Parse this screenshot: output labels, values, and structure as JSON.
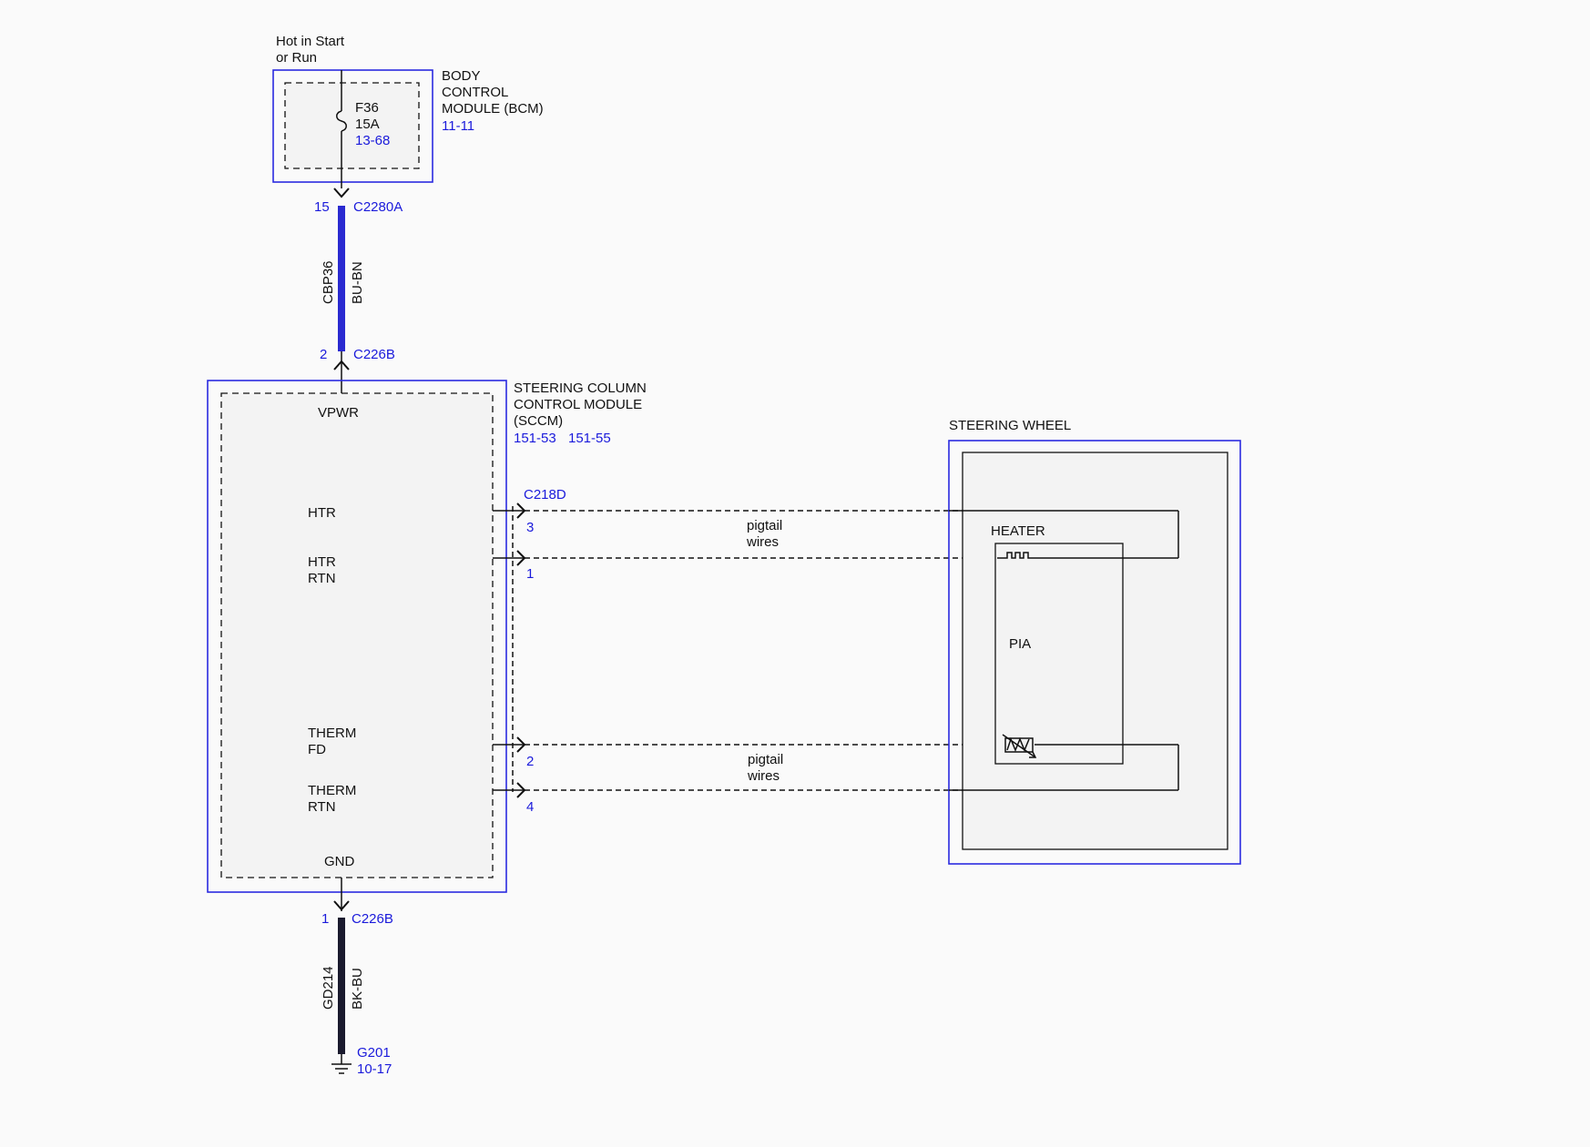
{
  "bcm": {
    "supply": [
      "Hot in Start",
      "or Run"
    ],
    "name": [
      "BODY",
      "CONTROL",
      "MODULE (BCM)"
    ],
    "page_ref": "11-11",
    "fuse": {
      "id": "F36",
      "rating": "15A",
      "ref": "13-68"
    }
  },
  "wire_vpwr": {
    "top_pin": "15",
    "top_connector": "C2280A",
    "circuit": "CBP36",
    "color_code": "BU-BN",
    "color": "#2a2ad0",
    "bottom_pin": "2",
    "bottom_connector": "C226B"
  },
  "sccm": {
    "name": [
      "STEERING COLUMN",
      "CONTROL MODULE",
      "(SCCM)"
    ],
    "refs": [
      "151-53",
      "151-55"
    ],
    "pins": {
      "vpwr": "VPWR",
      "htr": "HTR",
      "htr_rtn": [
        "HTR",
        "RTN"
      ],
      "therm_fd": [
        "THERM",
        "FD"
      ],
      "therm_rtn": [
        "THERM",
        "RTN"
      ],
      "gnd": "GND"
    },
    "connector": "C218D",
    "pin_numbers": {
      "htr": "3",
      "htr_rtn": "1",
      "therm_fd": "2",
      "therm_rtn": "4"
    }
  },
  "pigtail": [
    "pigtail",
    "wires"
  ],
  "steering_wheel": {
    "name": "STEERING WHEEL",
    "heater": "HEATER",
    "pia": "PIA"
  },
  "wire_gnd": {
    "pin": "1",
    "connector": "C226B",
    "circuit": "GD214",
    "color_code": "BK-BU",
    "color": "#1a1a2e",
    "ground": "G201",
    "ground_ref": "10-17"
  },
  "colors": {
    "reference_blue": "#1a1adb",
    "module_outline": "#2a2ae0"
  }
}
